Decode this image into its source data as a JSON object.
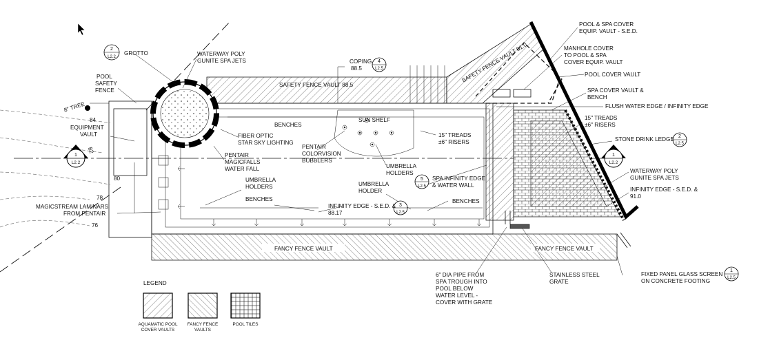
{
  "labels": {
    "grotto_ref_num": "2",
    "grotto_ref_sheet": "L2.2",
    "grotto": "GROTTO",
    "waterway_poly_1": "WATERWAY POLY",
    "waterway_poly_2": "GUNITE SPA JETS",
    "pool_safety_1": "POOL",
    "pool_safety_2": "SAFETY",
    "pool_safety_3": "FENCE",
    "tree": "8\" TREE",
    "contour_84": "84",
    "contour_82": "82",
    "contour_80": "80",
    "contour_78": "78",
    "contour_76": "76",
    "equipment_vault_1": "EQUIPMENT",
    "equipment_vault_2": "VAULT",
    "section_1_num": "1",
    "section_1_sheet": "L2.2",
    "fiber_optic_1": "FIBER OPTIC",
    "fiber_optic_2": "STAR SKY LIGHTING",
    "pentair_falls_1": "PENTAIR",
    "pentair_falls_2": "MAGICFALLS",
    "pentair_falls_3": "WATER FALL",
    "benches_top": "BENCHES",
    "sun_shelf": "SUN SHELF",
    "coping_1": "COPING",
    "coping_2": "88.5",
    "coping_ref_num": "4",
    "coping_ref_sheet": "L2.5",
    "safety_fence_vault_885": "SAFETY FENCE VAULT 88.5",
    "safety_fence_vault_910": "SAFETY FENCE VAULT 91.0",
    "treads_top_1": "15\" TREADS",
    "treads_top_2": "±6\" RISERS",
    "pentair_color_1": "PENTAIR",
    "pentair_color_2": "COLORVISION",
    "pentair_color_3": "BUBBLERS",
    "umbrella_holders_1": "UMBRELLA",
    "umbrella_holders_2": "HOLDERS",
    "umbrella_holders_left_1": "UMBRELLA",
    "umbrella_holders_left_2": "HOLDERS",
    "benches_bottom_left": "BENCHES",
    "infinity_edge_a_1": "INFINITY EDGE - S.E.D. &",
    "infinity_edge_a_2": "88.17",
    "infinity_ref_num": "3",
    "infinity_ref_sheet": "L2.5",
    "umbrella_holder_1": "UMBRELLA",
    "umbrella_holder_2": "HOLDER",
    "spa_infinity_ref_num": "5",
    "spa_infinity_ref_sheet": "L2.5",
    "spa_infinity_1": "SPA INFINITY EDGE",
    "spa_infinity_2": "& WATER WALL",
    "benches_bottom_right": "BENCHES",
    "magicstream_1": "MAGICSTREAM LAMINARS",
    "magicstream_2": "FROM PENTAIR",
    "fancy_fence_vault_left": "FANCY FENCE VAULT",
    "fancy_fence_vault_right": "FANCY FENCE VAULT",
    "pool_spa_cover_1": "POOL & SPA COVER",
    "pool_spa_cover_2": "EQUIP. VAULT - S.E.D.",
    "manhole_1": "MANHOLE COVER",
    "manhole_2": "TO POOL & SPA",
    "manhole_3": "COVER EQUIP. VAULT",
    "pool_cover_vault": "POOL COVER VAULT",
    "spa_cover_vault_1": "SPA COVER VAULT &",
    "spa_cover_vault_2": "BENCH",
    "flush_water_edge": "FLUSH WATER EDGE / INFINITY EDGE",
    "treads_right_1": "15\" TREADS",
    "treads_right_2": "±6\" RISERS",
    "stone_drink": "STONE DRINK LEDGE",
    "stone_drink_ref_num": "2",
    "stone_drink_ref_sheet": "L2.5",
    "section_1r_num": "1",
    "section_1r_sheet": "L2.2",
    "waterway_right_1": "WATERWAY POLY",
    "waterway_right_2": "GUNITE SPA JETS",
    "infinity_edge_b_1": "INFINITY EDGE - S.E.D. &",
    "infinity_edge_b_2": "91.0",
    "pipe_1": "6\" DIA PIPE FROM",
    "pipe_2": "SPA TROUGH INTO",
    "pipe_3": "POOL BELOW",
    "pipe_4": "WATER LEVEL -",
    "pipe_5": "COVER WITH GRATE",
    "stainless_1": "STAINLESS STEEL",
    "stainless_2": "GRATE",
    "glass_screen_1": "FIXED PANEL GLASS SCREEN",
    "glass_screen_2": "ON CONCRETE FOOTING",
    "glass_ref_num": "1",
    "glass_ref_sheet": "L2.5"
  },
  "legend": {
    "title": "LEGEND",
    "items": [
      {
        "label_1": "AQUAMATIC POOL",
        "label_2": "COVER VAULTS"
      },
      {
        "label_1": "FANCY FENCE",
        "label_2": "VAULTS"
      },
      {
        "label_1": "POOL TILES",
        "label_2": ""
      }
    ]
  }
}
